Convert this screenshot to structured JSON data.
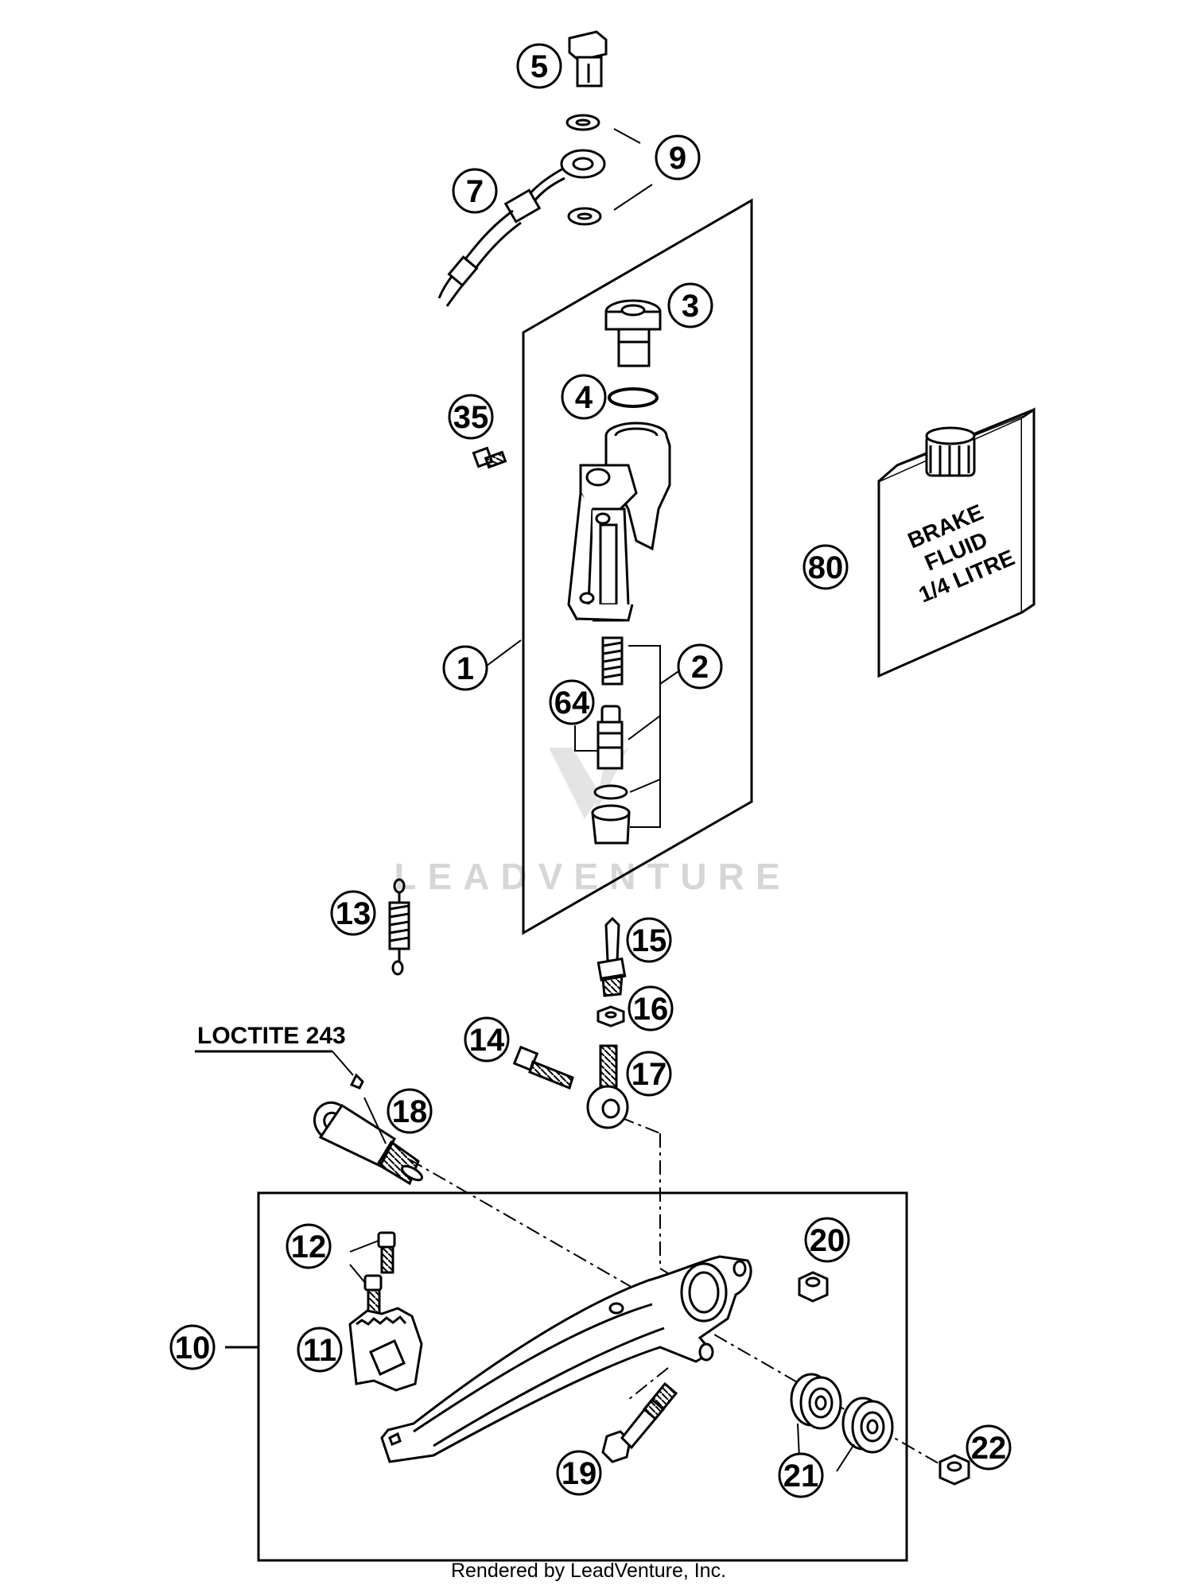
{
  "watermark": "LEADVENTURE",
  "loctite_label": "LOCTITE 243",
  "fluid_can": {
    "line1": "BRAKE",
    "line2": "FLUID",
    "line3": "1/4 LITRE"
  },
  "footer": "Rendered by LeadVenture, Inc.",
  "callouts": [
    {
      "id": "c5",
      "label": "5"
    },
    {
      "id": "c9",
      "label": "9"
    },
    {
      "id": "c7",
      "label": "7"
    },
    {
      "id": "c3",
      "label": "3"
    },
    {
      "id": "c4",
      "label": "4"
    },
    {
      "id": "c35",
      "label": "35"
    },
    {
      "id": "c80",
      "label": "80"
    },
    {
      "id": "c1",
      "label": "1"
    },
    {
      "id": "c2",
      "label": "2"
    },
    {
      "id": "c64",
      "label": "64"
    },
    {
      "id": "c13",
      "label": "13"
    },
    {
      "id": "c15",
      "label": "15"
    },
    {
      "id": "c16",
      "label": "16"
    },
    {
      "id": "c14",
      "label": "14"
    },
    {
      "id": "c17",
      "label": "17"
    },
    {
      "id": "c18",
      "label": "18"
    },
    {
      "id": "c20",
      "label": "20"
    },
    {
      "id": "c12",
      "label": "12"
    },
    {
      "id": "c10",
      "label": "10"
    },
    {
      "id": "c11",
      "label": "11"
    },
    {
      "id": "c22",
      "label": "22"
    },
    {
      "id": "c21",
      "label": "21"
    },
    {
      "id": "c19",
      "label": "19"
    }
  ]
}
